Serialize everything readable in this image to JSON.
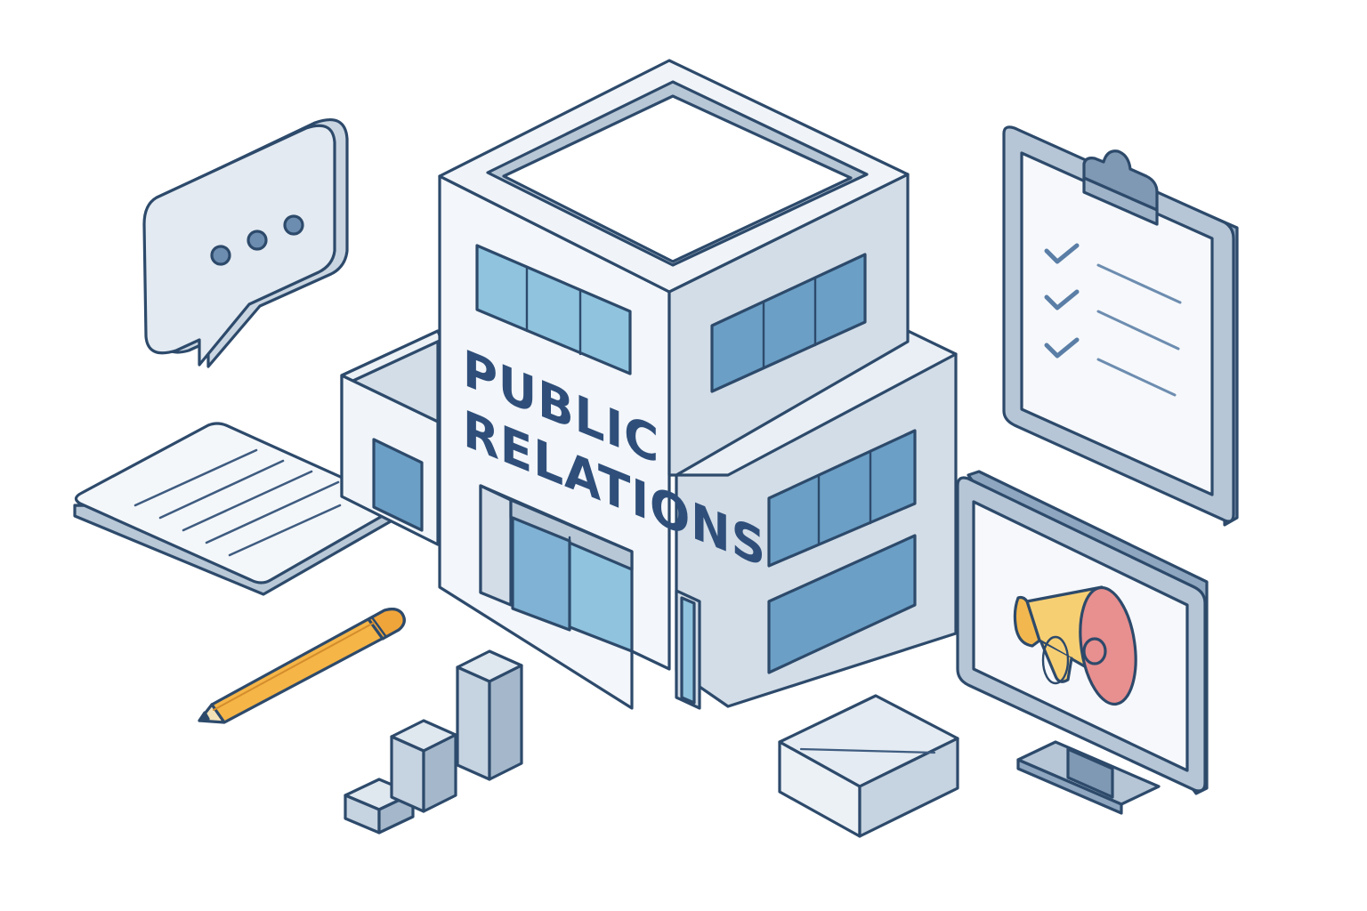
{
  "building": {
    "sign_line_1": "PUBLIC",
    "sign_line_2": "RELATIONS"
  },
  "colors": {
    "outline": "#2d4a6b",
    "wall_light": "#f3f6fa",
    "wall_shade": "#d3dde7",
    "wall_dark": "#b8c7d6",
    "window_light": "#8fc3de",
    "window_dark": "#6b9fc6",
    "pencil": "#f5b547",
    "megaphone_yellow": "#f7cf73",
    "megaphone_red": "#e88f8f",
    "checkmark": "#5a7ea6"
  },
  "icons": {
    "chat": "speech-bubble-icon",
    "clipboard": "clipboard-checklist-icon",
    "document": "document-icon",
    "pencil": "pencil-icon",
    "chart": "bar-chart-icon",
    "box": "box-icon",
    "monitor": "monitor-megaphone-icon"
  },
  "chart": {
    "bars": [
      1,
      2,
      4
    ]
  }
}
